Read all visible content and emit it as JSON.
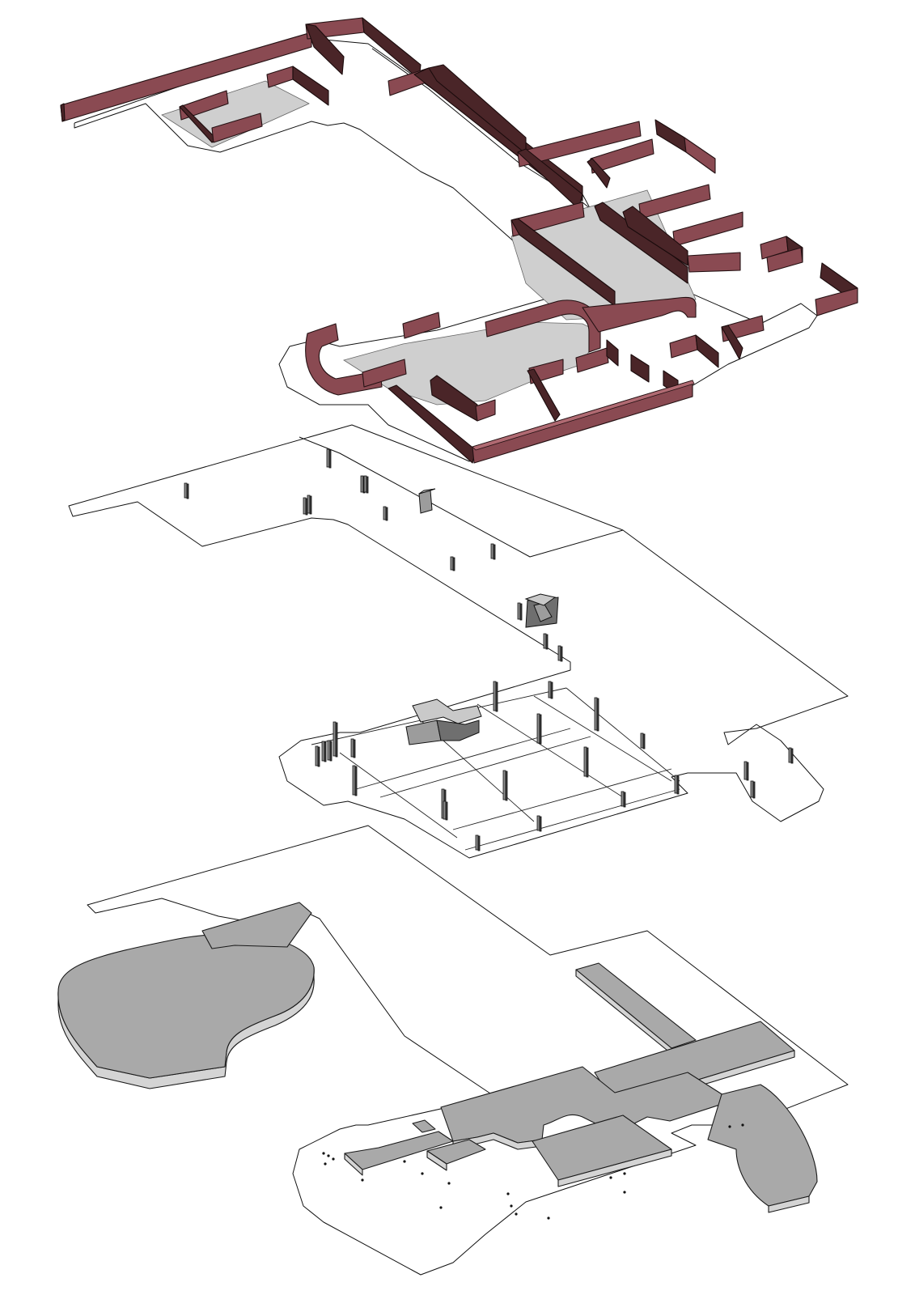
{
  "diagram": {
    "layers": [
      {
        "name": "walls"
      },
      {
        "name": "columns"
      },
      {
        "name": "slabs"
      }
    ],
    "colors": {
      "wall": "#8a4a52",
      "wall_dark": "#4a2528",
      "slab": "#a9a9a9",
      "floor_zone": "#cfcfcf",
      "outline": "#111111"
    }
  }
}
